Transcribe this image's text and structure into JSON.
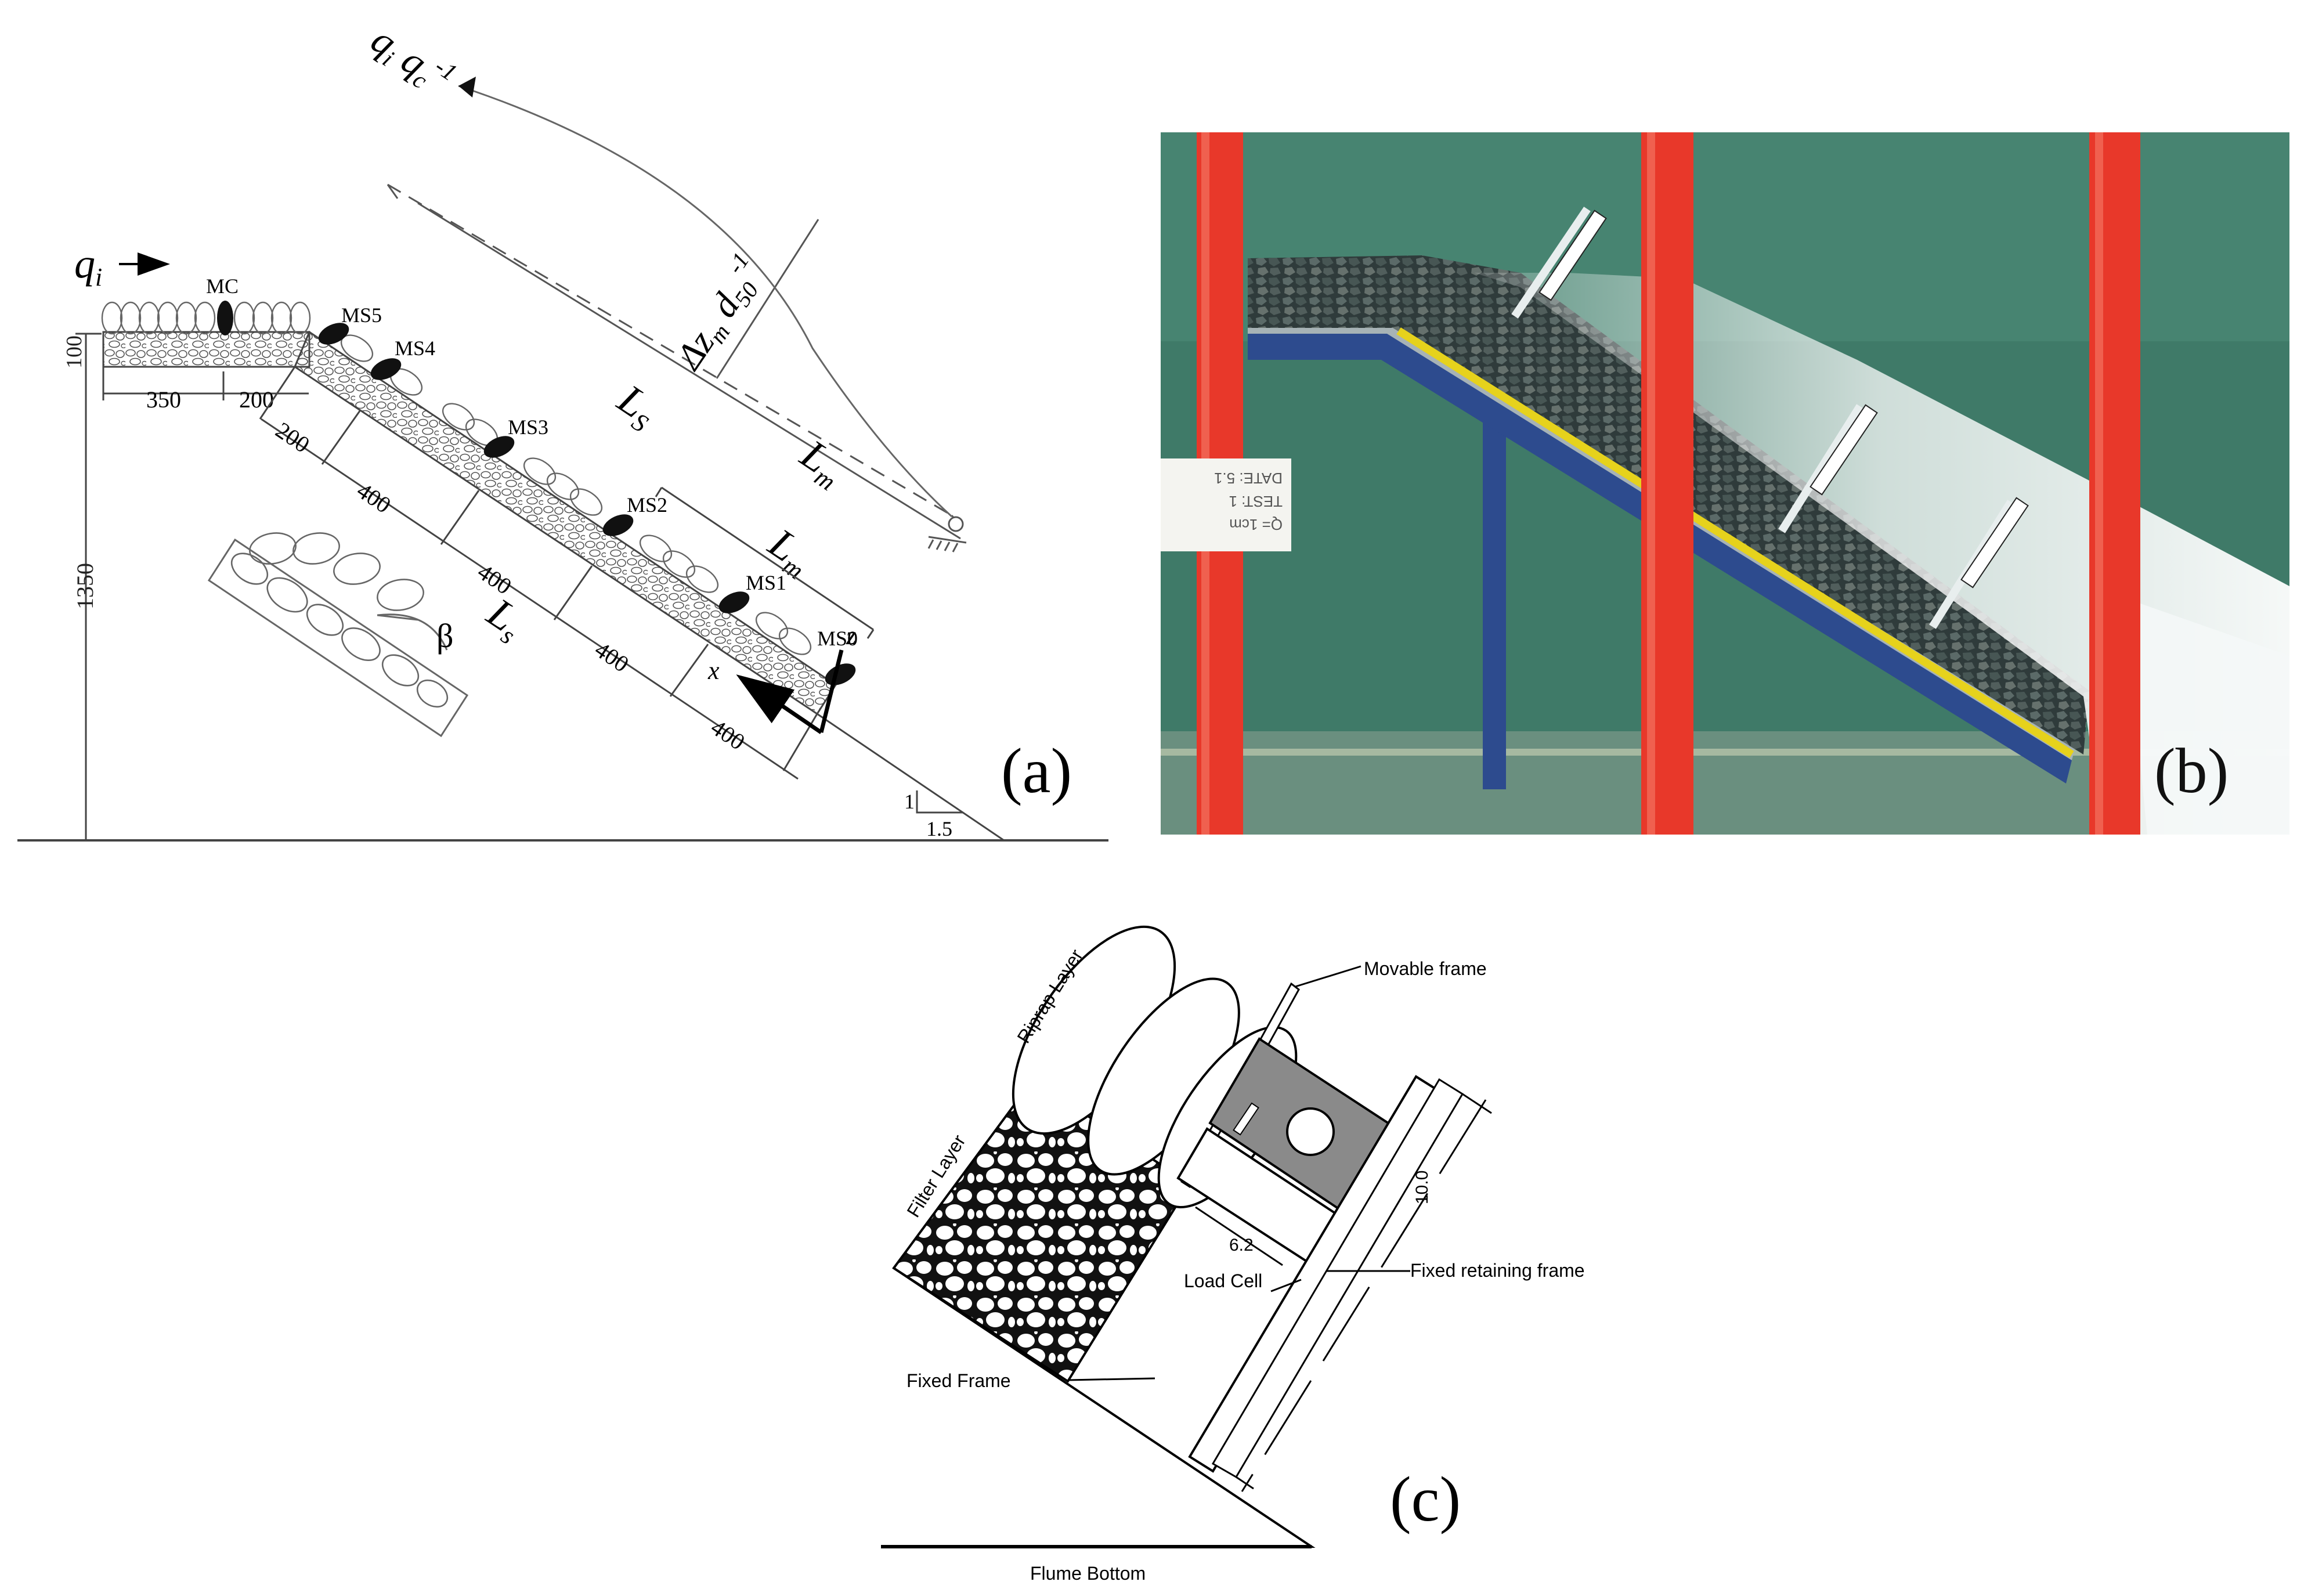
{
  "panels": {
    "a": {
      "panel_label": "(a)",
      "inflow_label": "q",
      "inflow_sub": "i",
      "ratio_label": "q",
      "ratio_sub1": "i",
      "ratio_mid": " q",
      "ratio_sub2": "c",
      "ratio_sup": "-1",
      "delta_label": "Δz",
      "delta_sub": "m",
      "delta_d": " d",
      "delta_d_sub": "50",
      "delta_sup": "-1",
      "ls_label": "L",
      "ls_sub": "S",
      "lm_label": "L",
      "lm_sub": "m",
      "lm2_label": "L",
      "lm2_sub": "m",
      "ls2_label": "L",
      "ls2_sub": "s",
      "sensors": [
        "MC",
        "MS5",
        "MS4",
        "MS3",
        "MS2",
        "MS1",
        "MS0"
      ],
      "axis_x": "x",
      "axis_z": "z",
      "beta": "β",
      "dims": {
        "thickness": "100",
        "crest_1": "350",
        "crest_2": "200",
        "slope_0": "200",
        "slope_1": "400",
        "slope_2": "400",
        "slope_3": "400",
        "slope_4": "400",
        "height": "1350"
      },
      "slope_v": "1",
      "slope_h": "1.5"
    },
    "b": {
      "panel_label": "(b)",
      "sign_lines": [
        "DATE: 5.1",
        "TEST: 1",
        "Q= 1cm"
      ]
    },
    "c": {
      "panel_label": "(c)",
      "riprap_layer": "Riprap Layer",
      "filter_layer": "Filter Layer",
      "movable_frame": "Movable frame",
      "fixed_retaining_frame": "Fixed retaining frame",
      "load_cell": "Load Cell",
      "fixed_frame": "Fixed Frame",
      "flume_bottom": "Flume Bottom",
      "dim_small": "6.2",
      "dim_large": "10.0"
    }
  },
  "colors": {
    "frame_red": "#e8382a",
    "tank_green": "#3f7a68",
    "stone_dark": "#3d4a4a",
    "water_white": "#eef4f4",
    "rail_yellow": "#e6d21c",
    "liner_blue": "#2d4b8e",
    "loadcell_gray": "#8a8a8a"
  }
}
